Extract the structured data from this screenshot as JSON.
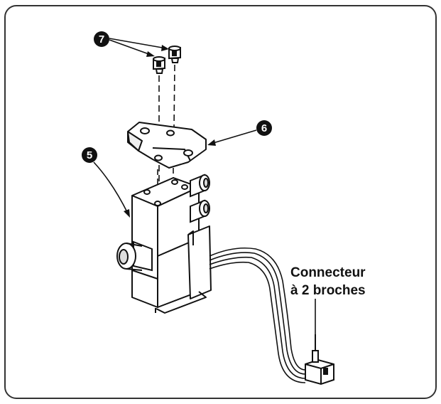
{
  "callouts": {
    "part_5": "5",
    "part_6": "6",
    "part_7": "7"
  },
  "connector_label": {
    "line1": "Connecteur",
    "line2": "à 2 broches"
  },
  "colors": {
    "ink": "#111111",
    "paper": "#ffffff",
    "frame": "#333333"
  }
}
